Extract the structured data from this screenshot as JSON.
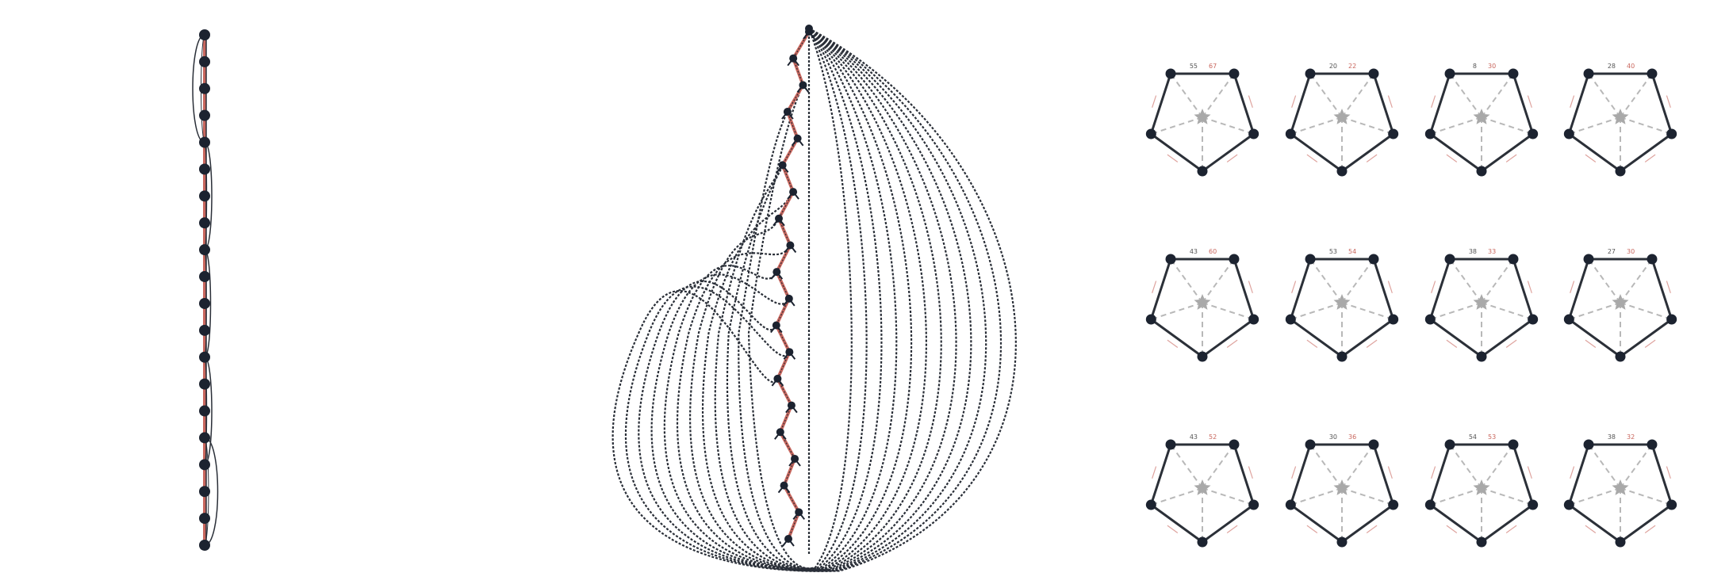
{
  "colors": {
    "node": "#1c2330",
    "edge": "#2a2f38",
    "accent": "#c9675e",
    "guide": "#b8b8b8",
    "star": "#a9a9a9"
  },
  "panels": {
    "left_chain": {
      "node_count": 20
    },
    "middle_teardrop": {
      "node_count": 20,
      "dotted_loops": 12
    },
    "right_grid": {
      "rows": 3,
      "cols": 4,
      "pentagons": [
        {
          "top": "55",
          "top_r": "67"
        },
        {
          "top": "20",
          "top_r": "22"
        },
        {
          "top": "8",
          "top_r": "30"
        },
        {
          "top": "28",
          "top_r": "40"
        },
        {
          "top": "43",
          "top_r": "60"
        },
        {
          "top": "53",
          "top_r": "54"
        },
        {
          "top": "38",
          "top_r": "33"
        },
        {
          "top": "27",
          "top_r": "30"
        },
        {
          "top": "43",
          "top_r": "52"
        },
        {
          "top": "30",
          "top_r": "36"
        },
        {
          "top": "54",
          "top_r": "53"
        },
        {
          "top": "38",
          "top_r": "32"
        }
      ]
    }
  }
}
